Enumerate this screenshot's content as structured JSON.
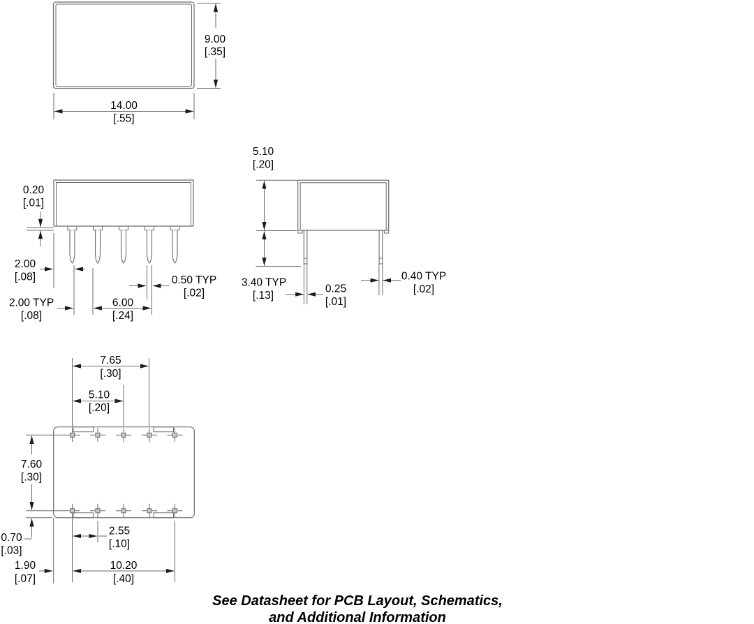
{
  "colors": {
    "line": "#6a6a6a",
    "text": "#000000",
    "pad_fill": "#c9c9c9"
  },
  "dims": {
    "top": {
      "height_mm": "9.00",
      "height_in": "[.35]",
      "width_mm": "14.00",
      "width_in": "[.55]"
    },
    "front": {
      "standoff_mm": "0.20",
      "standoff_in": "[.01]",
      "edge_pin_mm": "2.00",
      "edge_pin_in": "[.08]",
      "pin_w_mm": "0.50 TYP",
      "pin_w_in": "[.02]",
      "pitch_mm": "2.00 TYP",
      "pitch_in": "[.08]",
      "span_mm": "6.00",
      "span_in": "[.24]"
    },
    "side": {
      "height_mm": "5.10",
      "height_in": "[.20]",
      "pin_len_mm": "3.40 TYP",
      "pin_len_in": "[.13]",
      "pin_t_mm": "0.25",
      "pin_t_in": "[.01]",
      "pin_w_mm": "0.40 TYP",
      "pin_w_in": "[.02]"
    },
    "bottom": {
      "outer_span_mm": "7.65",
      "outer_span_in": "[.30]",
      "inner_span_mm": "5.10",
      "inner_span_in": "[.20]",
      "row_space_mm": "7.60",
      "row_space_in": "[.30]",
      "edge_off_mm": "0.70",
      "edge_off_in": "[.03]",
      "edge_pin_mm": "1.90",
      "edge_pin_in": "[.07]",
      "pitch_mm": "2.55",
      "pitch_in": "[.10]",
      "total_span_mm": "10.20",
      "total_span_in": "[.40]"
    }
  },
  "footer": {
    "line1": "See Datasheet for PCB Layout, Schematics,",
    "line2": "and Additional Information"
  }
}
